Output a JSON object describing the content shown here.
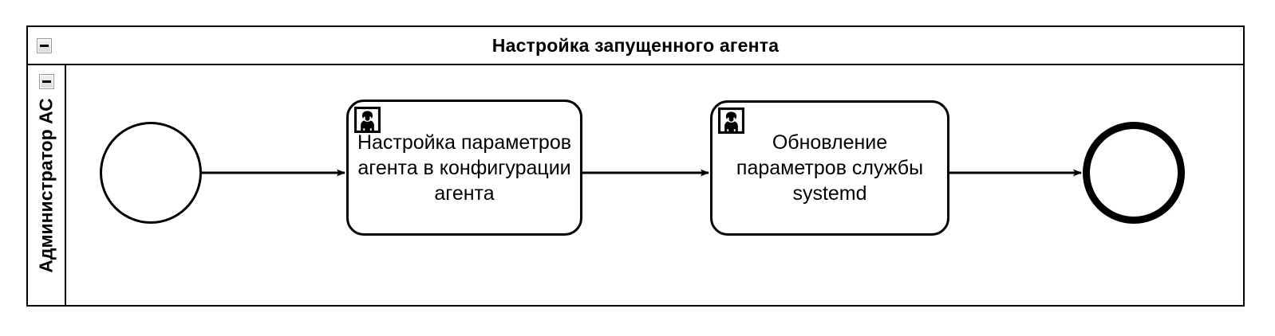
{
  "diagram": {
    "type": "bpmn-process",
    "pool": {
      "title": "Настройка запущенного агента",
      "collapse_icon": "collapse-minus-icon"
    },
    "lane": {
      "label": "Администратор АС",
      "collapse_icon": "collapse-minus-icon"
    },
    "nodes": [
      {
        "id": "start",
        "kind": "start-event",
        "label": ""
      },
      {
        "id": "task1",
        "kind": "user-task",
        "label": "Настройка параметров агента в конфигурации агента",
        "marker_icon": "user-task-icon"
      },
      {
        "id": "task2",
        "kind": "user-task",
        "label": "Обновление параметров службы systemd",
        "marker_icon": "user-task-icon"
      },
      {
        "id": "end",
        "kind": "end-event",
        "label": ""
      }
    ],
    "flows": [
      {
        "from": "start",
        "to": "task1"
      },
      {
        "from": "task1",
        "to": "task2"
      },
      {
        "from": "task2",
        "to": "end"
      }
    ],
    "colors": {
      "stroke": "#000000",
      "fill": "#ffffff",
      "marker_button": "#d9d9d9"
    }
  }
}
